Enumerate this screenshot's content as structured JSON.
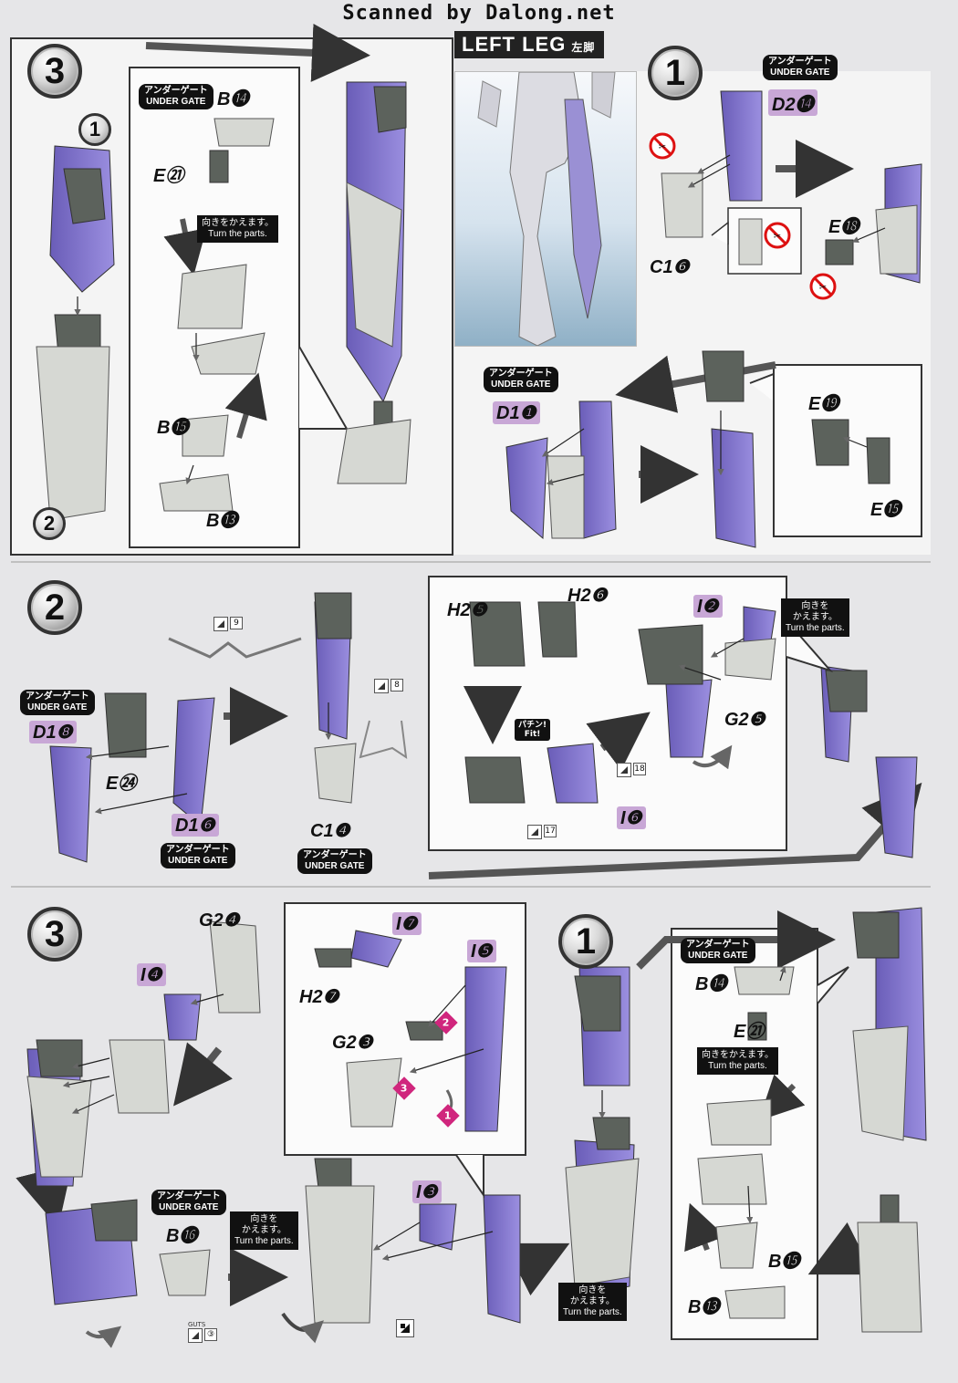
{
  "header": {
    "title": "Scanned by Dalong.net"
  },
  "section_left_leg": {
    "title": "LEFT LEG",
    "subtitle_jp": "左脚"
  },
  "steps": {
    "step_a_num": "3",
    "step_b_num": "1",
    "step_c_num": "2",
    "step_d_num": "3",
    "step_e_num": "1",
    "sub_1a": "1",
    "sub_2a": "2",
    "sub_1b": "1"
  },
  "gate": {
    "jp": "アンダーゲート",
    "en": "UNDER GATE"
  },
  "notes": {
    "turn_jp_1": "向きをかえます。",
    "turn_en": "Turn the parts.",
    "turn_jp_2a": "向きを",
    "turn_jp_2b": "かえます。",
    "fit_jp": "パチン!",
    "fit_en": "Fit!"
  },
  "parts": {
    "p1": "B⓮",
    "p2": "E㉑",
    "p3": "B⓯",
    "p4": "B⓭",
    "p5": "D2⓮",
    "p6": "C1❻",
    "p7": "E⓲",
    "p8": "D1❶",
    "p9": "E⓳",
    "p10": "E⓯",
    "p11": "D1❽",
    "p12": "E㉔",
    "p13": "D1❻",
    "p14": "C1❹",
    "p15": "H2❺",
    "p16": "H2❻",
    "p17": "I❷",
    "p18": "G2❺",
    "p19": "I❻",
    "p20": "G2❹",
    "p21": "I❹",
    "p22": "I❼",
    "p23": "I❺",
    "p24": "H2❼",
    "p25": "G2❸",
    "p26": "B⓰",
    "p27": "I❸",
    "p28": "B⓮",
    "p29": "E㉑",
    "p30": "B⓯",
    "p31": "B⓭"
  },
  "stickers": {
    "s9": "9",
    "s8": "8",
    "s18": "18",
    "s17": "17",
    "s3": "③",
    "s_gute": "GUTS"
  },
  "markers": {
    "m1": "1",
    "m2": "2",
    "m3": "3"
  },
  "colors": {
    "purple": "#7b6fc4",
    "dark_grey": "#5a5f5a",
    "light_grey": "#d4d6d2",
    "panel": "#fafafa"
  }
}
